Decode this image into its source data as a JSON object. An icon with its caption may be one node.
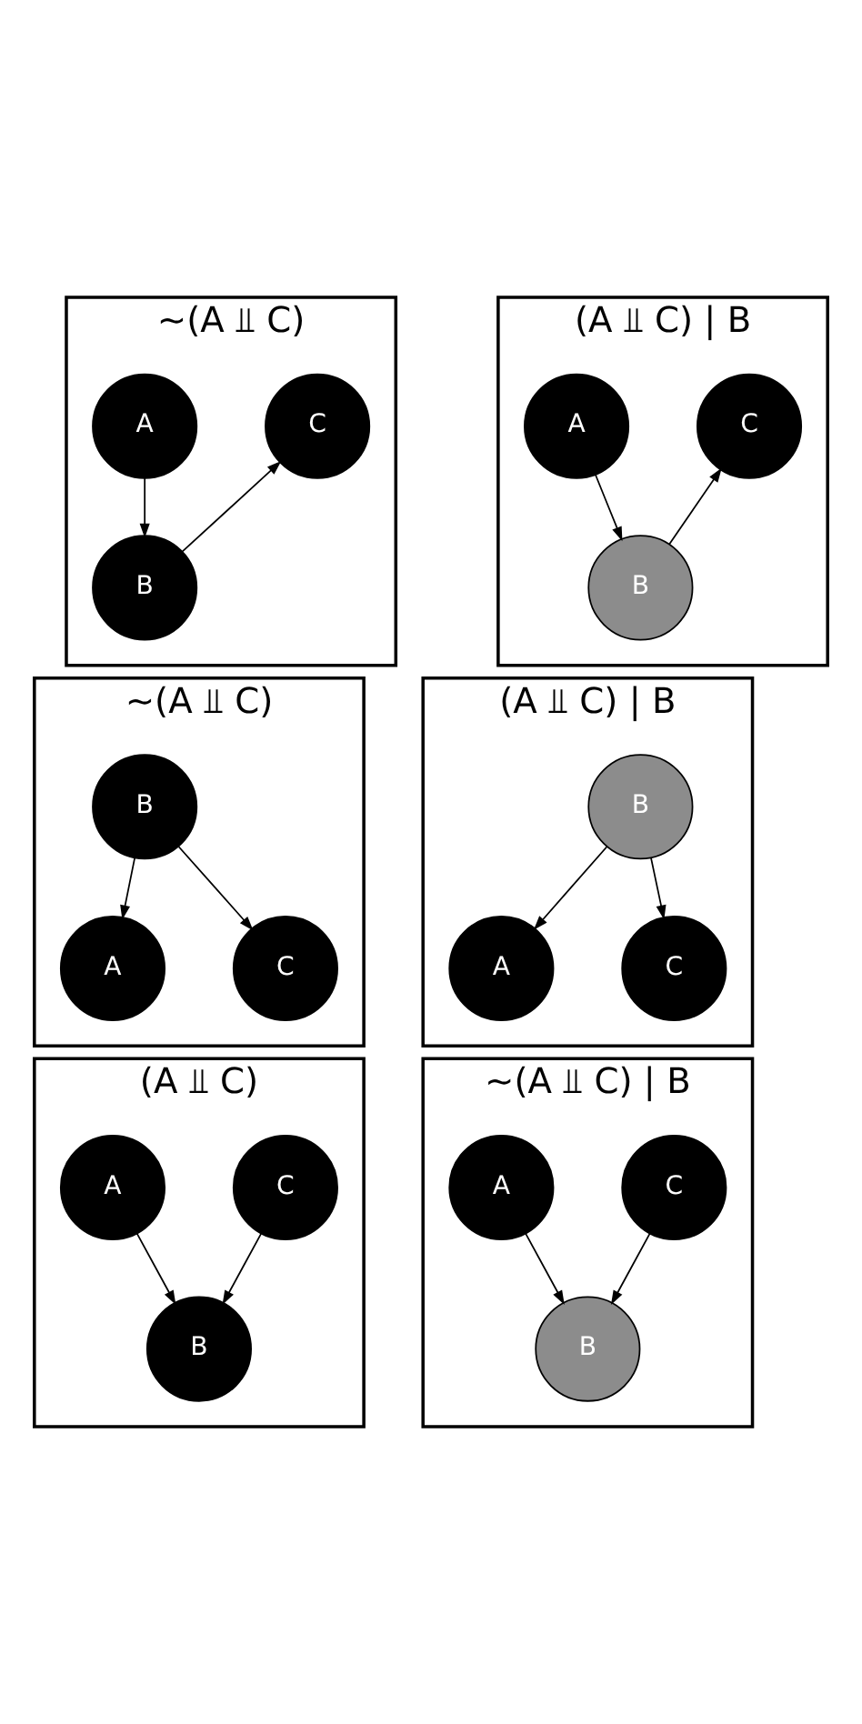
{
  "diagram": {
    "nodes": [
      {
        "text": [
          "~(A ⫫ C)"
        ]
      },
      {
        "text": [
          "A"
        ],
        "in": 0
      },
      {
        "text": [
          "C"
        ],
        "in": 0
      },
      {
        "text": [
          "B"
        ],
        "in": 0
      },
      {
        "text": [
          "(A ⫫ C) | B"
        ]
      },
      {
        "text": [
          "A"
        ],
        "in": 4
      },
      {
        "text": [
          "C"
        ],
        "in": 4
      },
      {
        "text": [
          "B"
        ],
        "in": 4
      },
      {
        "text": [
          "~(A ⫫ C)"
        ]
      },
      {
        "text": [
          "B"
        ],
        "in": 8
      },
      {
        "text": [
          "A"
        ],
        "in": 8
      },
      {
        "text": [
          "C"
        ],
        "in": 8
      },
      {
        "text": [
          "(A ⫫ C) | B"
        ]
      },
      {
        "text": [
          "B"
        ],
        "in": 12
      },
      {
        "text": [
          "A"
        ],
        "in": 12
      },
      {
        "text": [
          "C"
        ],
        "in": 12
      },
      {
        "text": [
          "(A ⫫ C)"
        ]
      },
      {
        "text": [
          "A"
        ],
        "in": 16
      },
      {
        "text": [
          "C"
        ],
        "in": 16
      },
      {
        "text": [
          "B"
        ],
        "in": 16
      },
      {
        "text": [
          "~(A ⫫ C) | B"
        ]
      },
      {
        "text": [
          "A"
        ],
        "in": 20
      },
      {
        "text": [
          "C"
        ],
        "in": 20
      },
      {
        "text": [
          "B"
        ],
        "in": 20
      }
    ],
    "edges": [
      {
        "from": 1,
        "to": 3,
        "arrow": "to"
      },
      {
        "from": 3,
        "to": 2,
        "arrow": "to"
      },
      {
        "from": 5,
        "to": 7,
        "arrow": "to"
      },
      {
        "from": 7,
        "to": 6,
        "arrow": "to"
      },
      {
        "from": 9,
        "to": 10,
        "arrow": "to"
      },
      {
        "from": 9,
        "to": 11,
        "arrow": "to"
      },
      {
        "from": 13,
        "to": 14,
        "arrow": "to"
      },
      {
        "from": 13,
        "to": 15,
        "arrow": "to"
      },
      {
        "from": 17,
        "to": 19,
        "arrow": "to"
      },
      {
        "from": 18,
        "to": 19,
        "arrow": "to"
      },
      {
        "from": 21,
        "to": 23,
        "arrow": "to"
      },
      {
        "from": 22,
        "to": 23,
        "arrow": "to"
      }
    ]
  }
}
